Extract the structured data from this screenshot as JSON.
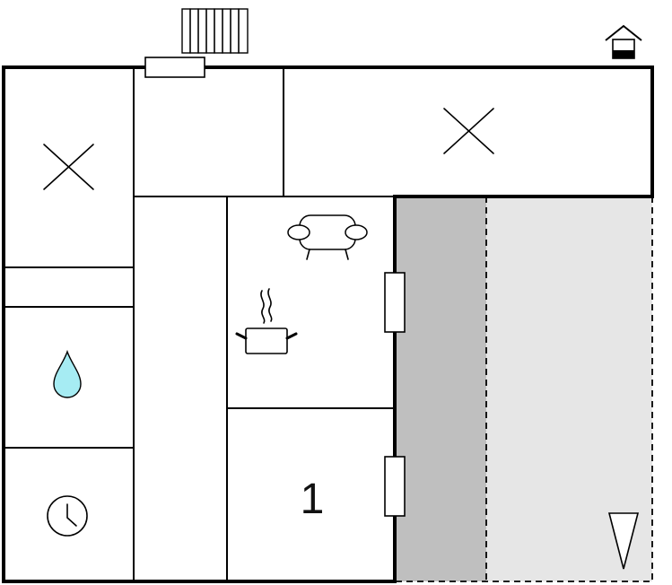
{
  "plan": {
    "rooms": [
      {
        "id": "bedroom-left",
        "icon": "bed-cross-icon"
      },
      {
        "id": "bedroom-top",
        "icon": "bed-cross-icon"
      },
      {
        "id": "bathroom",
        "icon": "water-drop-icon"
      },
      {
        "id": "utility",
        "icon": "clock-icon"
      },
      {
        "id": "living",
        "icons": [
          "sofa-icon",
          "cooking-pot-icon"
        ]
      },
      {
        "id": "room-1",
        "label": "1"
      }
    ],
    "colors": {
      "wall": "#000000",
      "terrace_dark": "#bfbfbf",
      "terrace_light": "#e6e6e6",
      "water": "#a6ecf3"
    },
    "icons": {
      "radiator": "radiator-icon",
      "house": "house-entrance-icon",
      "compass": "north-arrow-icon"
    }
  }
}
